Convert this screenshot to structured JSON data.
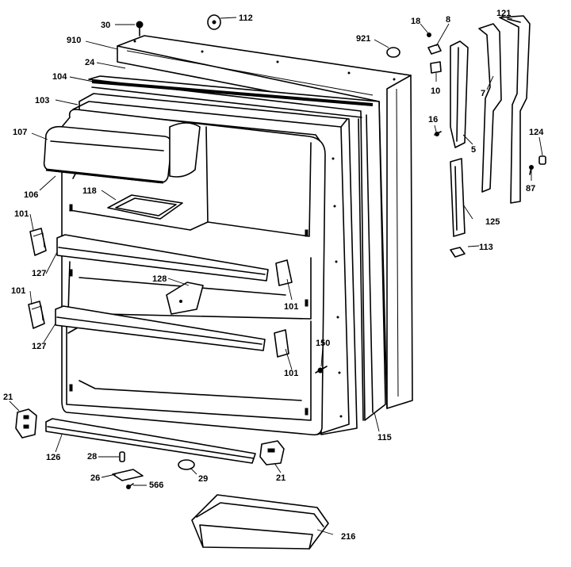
{
  "callouts": {
    "c30": "30",
    "c112": "112",
    "c910": "910",
    "c24": "24",
    "c921": "921",
    "c104": "104",
    "c103": "103",
    "c107": "107",
    "c106": "106",
    "c118": "118",
    "c101a": "101",
    "c101b": "101",
    "c101c": "101",
    "c101d": "101",
    "c127a": "127",
    "c127b": "127",
    "c128": "128",
    "c150": "150",
    "c21a": "21",
    "c21b": "21",
    "c126": "126",
    "c28": "28",
    "c26": "26",
    "c566": "566",
    "c29": "29",
    "c115": "115",
    "c216": "216",
    "c18": "18",
    "c8": "8",
    "c10": "10",
    "c16": "16",
    "c5": "5",
    "c7": "7",
    "c121": "121",
    "c124": "124",
    "c87": "87",
    "c125": "125",
    "c113": "113"
  }
}
